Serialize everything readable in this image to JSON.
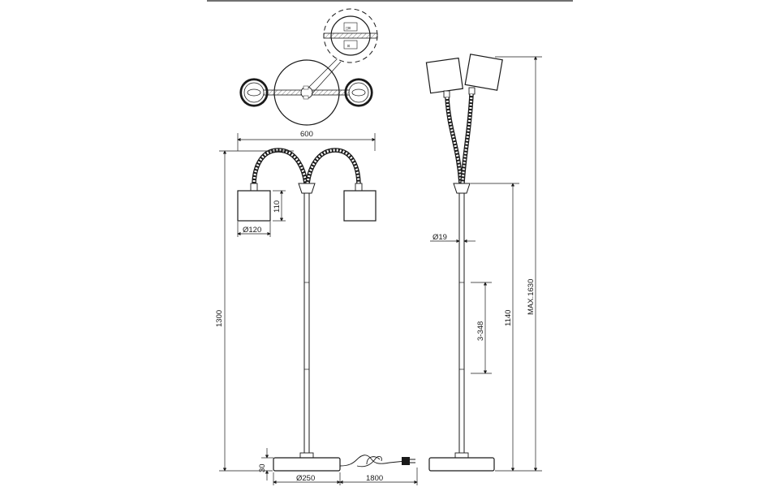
{
  "drawing": {
    "dimensions": {
      "spread_width": "600",
      "shade_height": "110",
      "shade_diameter": "Ø120",
      "arm_height": "1300",
      "base_diameter": "Ø250",
      "cable_length": "1800",
      "base_height": "30",
      "pole_diameter": "Ø19",
      "segment_length": "3-348",
      "stem_height": "1140",
      "max_height": "MAX.1630"
    },
    "detail_marks": [
      "□⊡",
      "⊡"
    ]
  }
}
